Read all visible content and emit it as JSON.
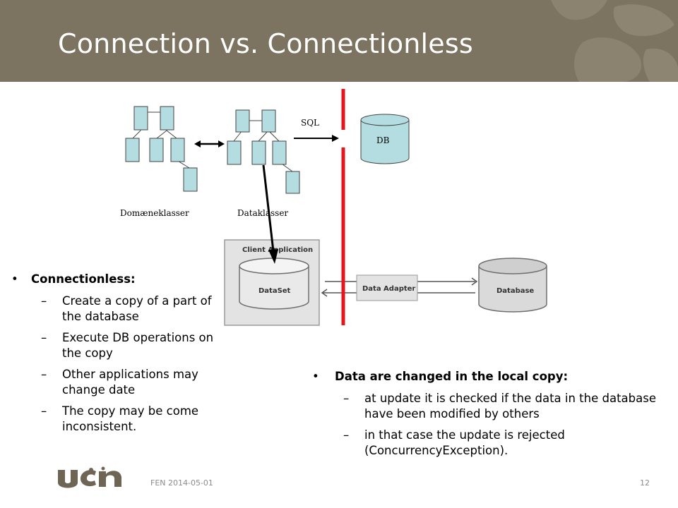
{
  "slide": {
    "title": "Connection vs. Connectionless",
    "footer_date": "FEN 2014-05-01",
    "page_number": "12"
  },
  "diagram_top": {
    "sql_label": "SQL",
    "db_label": "DB",
    "domain_classes_label": "Domæneklasser",
    "data_classes_label": "Dataklasser"
  },
  "diagram_bottom": {
    "client_app_label": "Client Application",
    "dataset_label": "DataSet",
    "data_adapter_label": "Data Adapter",
    "database_label": "Database"
  },
  "bullets_left": {
    "heading": "Connectionless:",
    "items": [
      "Create a copy of a part of the database",
      "Execute DB operations on the copy",
      "Other applications may change date",
      "The copy may be come inconsistent."
    ]
  },
  "bullets_right": {
    "heading": "Data are changed in the local copy:",
    "items": [
      "at update it is checked if the data in the database have been modified by others",
      "in that case the update is rejected (ConcurrencyException)."
    ]
  },
  "colors": {
    "header": "#7d7361",
    "box_fill": "#b3dde0",
    "red_line": "#e8141b",
    "logo": "#6e6554"
  }
}
